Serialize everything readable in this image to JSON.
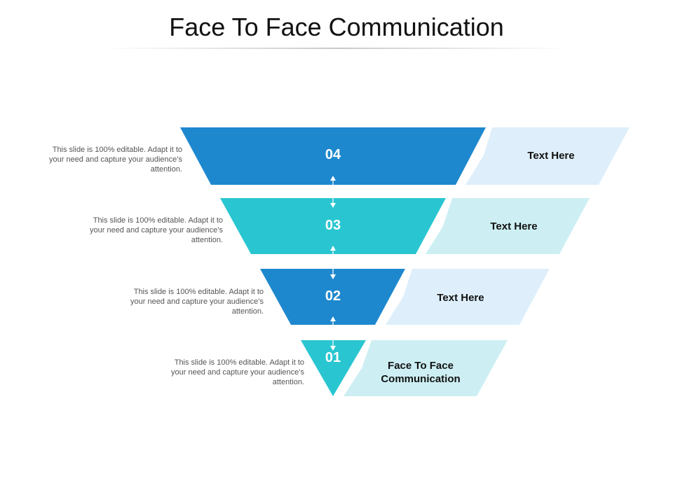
{
  "title": "Face To Face Communication",
  "colors": {
    "dark_blue": "#1e88ce",
    "teal": "#29c6d1",
    "light_blue_panel": "#deeffb",
    "light_teal_panel": "#cdeff3",
    "arrow": "#ffffff"
  },
  "levels": [
    {
      "number": "04",
      "label": "Text Here",
      "description": "This slide is 100% editable. Adapt it to your need and capture your audience’s attention."
    },
    {
      "number": "03",
      "label": "Text Here",
      "description": "This slide is 100% editable. Adapt it to your need and capture your audience’s attention."
    },
    {
      "number": "02",
      "label": "Text Here",
      "description": "This slide is 100% editable. Adapt it to your need and capture your audience’s attention."
    },
    {
      "number": "01",
      "label": "Face To Face Communication",
      "description": "This slide is 100% editable. Adapt it to your need and capture your audience’s attention."
    }
  ]
}
